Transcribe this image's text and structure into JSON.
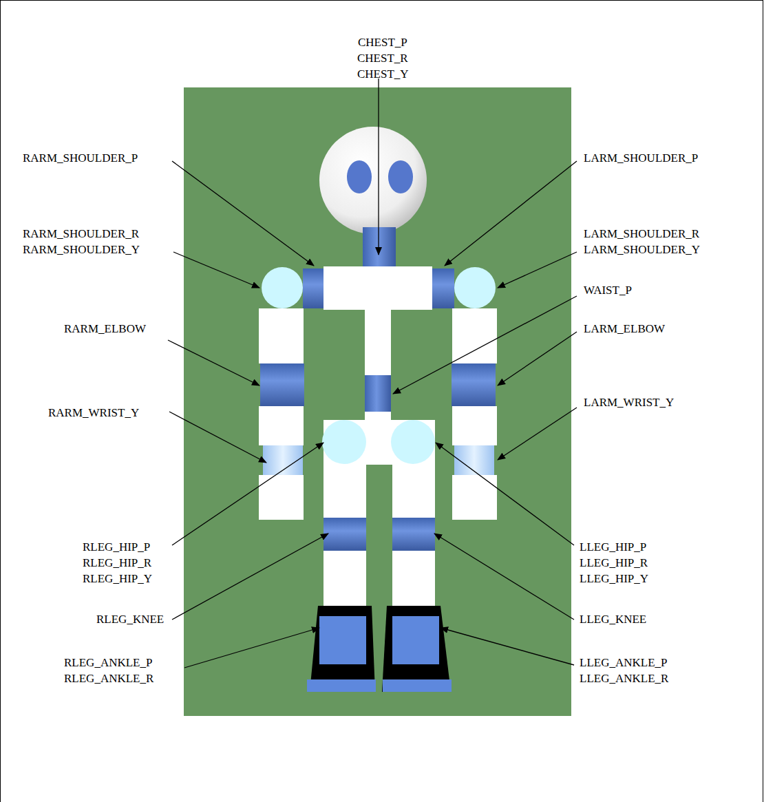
{
  "diagram": {
    "labels": [
      "CHEST_P",
      "CHEST_R",
      "CHEST_Y",
      "RARM_SHOULDER_P",
      "LARM_SHOULDER_P",
      "RARM_SHOULDER_R",
      "RARM_SHOULDER_Y",
      "LARM_SHOULDER_R",
      "LARM_SHOULDER_Y",
      "WAIST_P",
      "RARM_ELBOW",
      "LARM_ELBOW",
      "RARM_WRIST_Y",
      "LARM_WRIST_Y",
      "RLEG_HIP_P",
      "RLEG_HIP_R",
      "RLEG_HIP_Y",
      "LLEG_HIP_P",
      "LLEG_HIP_R",
      "LLEG_HIP_Y",
      "RLEG_KNEE",
      "LLEG_KNEE",
      "RLEG_ANKLE_P",
      "RLEG_ANKLE_R",
      "LLEG_ANKLE_P",
      "LLEG_ANKLE_R"
    ]
  }
}
